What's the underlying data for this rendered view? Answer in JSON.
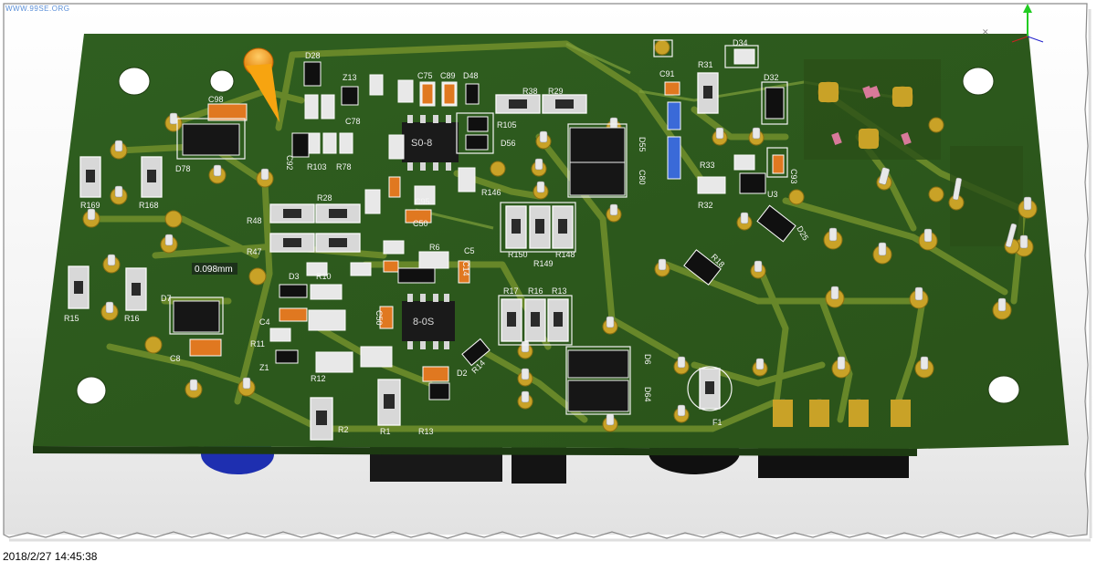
{
  "watermark": "WWW.99SE.ORG",
  "timestamp": "2018/2/27 14:45:38",
  "measurement": "0.098mm",
  "colors": {
    "board": "#2d5a1e",
    "trace": "#6b8a2a",
    "pad": "#c9a227",
    "silk": "#f0f0f0",
    "chip": "#1a1a1a",
    "axis_green": "#22cc22"
  },
  "ics": {
    "u_top": "S0-8",
    "u_bottom": "8-0S"
  },
  "labels": {
    "D28": "D28",
    "Z13": "Z13",
    "C75": "C75",
    "C89": "C89",
    "D48": "D48",
    "R38": "R38",
    "R29": "R29",
    "C91": "C91",
    "R31": "R31",
    "D34": "D34",
    "D32": "D32",
    "C93": "C93",
    "D55": "D55",
    "C80": "C80",
    "R33": "R33",
    "R32": "R32",
    "U3": "U3",
    "D25": "D25",
    "R18": "R18",
    "C98": "C98",
    "D78": "D78",
    "R169": "R169",
    "R168": "R168",
    "C92": "C92",
    "R103": "R103",
    "R78": "R78",
    "C78": "C78",
    "D56": "D56",
    "R105": "R105",
    "R146": "R146",
    "C50": "C50",
    "C95": "C95",
    "R48": "R48",
    "R47": "R47",
    "R28": "R28",
    "R150": "R150",
    "R149": "R149",
    "R148": "R148",
    "C14": "C14",
    "D3": "D3",
    "R10": "R10",
    "R6": "R6",
    "C5": "C5",
    "R15": "R15",
    "R16": "R16",
    "D7": "D7",
    "C8": "C8",
    "C4": "C4",
    "R11": "R11",
    "Z1": "Z1",
    "R12": "R12",
    "R17": "R17",
    "R16b": "R16",
    "R13": "R13",
    "D6": "D6",
    "D64": "D64",
    "D2": "D2",
    "R14": "R14",
    "R2": "R2",
    "R1": "R1",
    "R13b": "R13",
    "F1": "F1",
    "C50b": "C50"
  }
}
